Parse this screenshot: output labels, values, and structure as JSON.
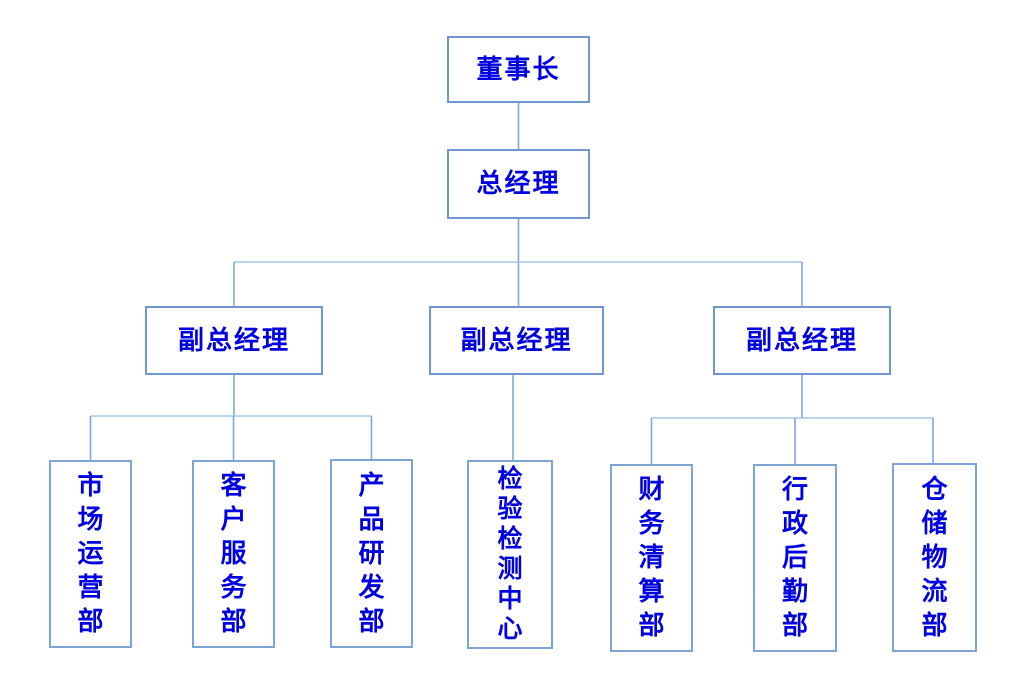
{
  "org_chart": {
    "chairman": {
      "label": "董事长"
    },
    "general_manager": {
      "label": "总经理"
    },
    "deputies": [
      {
        "label": "副总经理",
        "departments": [
          {
            "label": "市场运营部"
          },
          {
            "label": "客户服务部"
          },
          {
            "label": "产品研发部"
          }
        ]
      },
      {
        "label": "副总经理",
        "departments": [
          {
            "label": "检验检测中心"
          }
        ]
      },
      {
        "label": "副总经理",
        "departments": [
          {
            "label": "财务清算部"
          },
          {
            "label": "行政后勤部"
          },
          {
            "label": "仓储物流部"
          }
        ]
      }
    ],
    "colors": {
      "node_text": "#0000e0",
      "node_border": "#7095d0",
      "connector_vertical": "#7fa9db",
      "connector_horizontal": "#a4c7e8",
      "background": "#ffffff"
    }
  }
}
